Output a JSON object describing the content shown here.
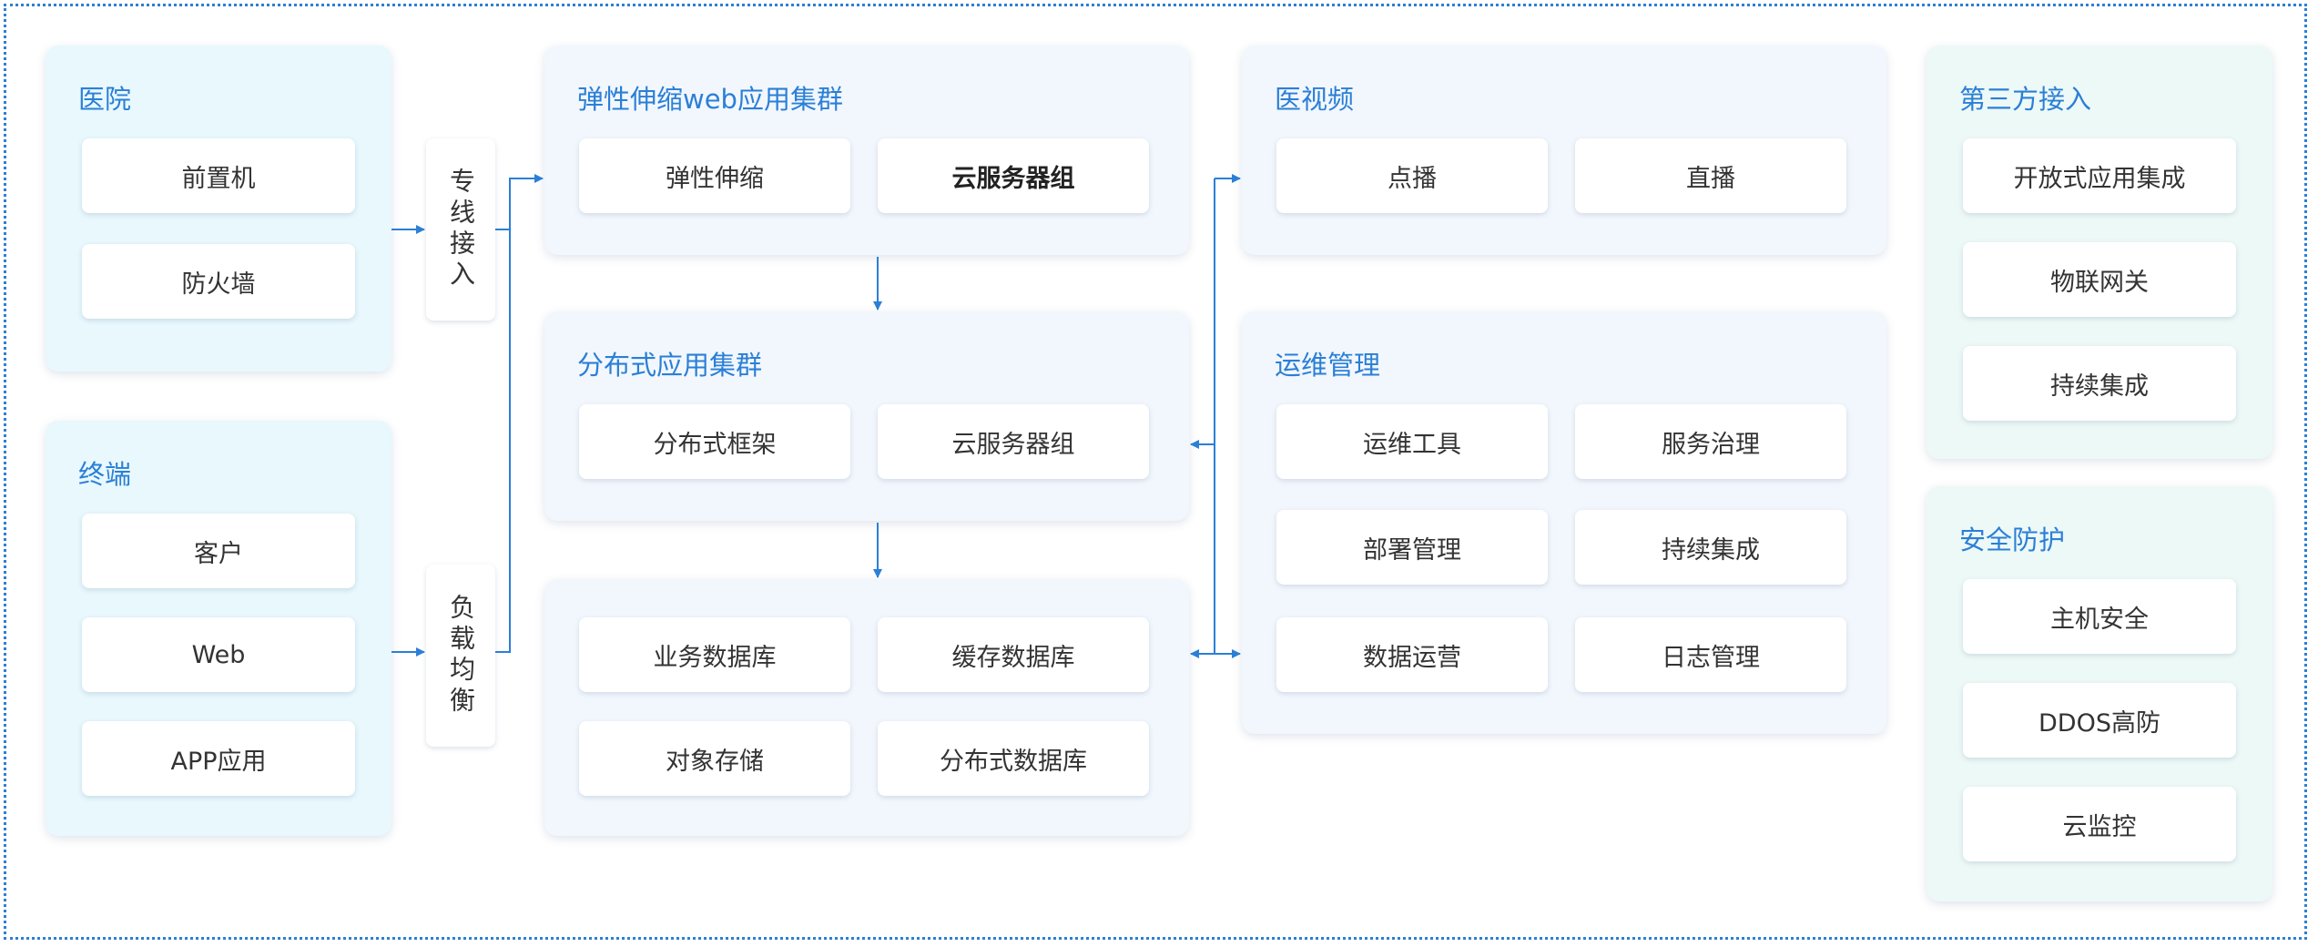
{
  "hospital": {
    "title": "医院",
    "items": [
      "前置机",
      "防火墙"
    ]
  },
  "terminal": {
    "title": "终端",
    "items": [
      "客户",
      "Web",
      "APP应用"
    ]
  },
  "connectors": {
    "dedicated_line": "专线接入",
    "load_balance": "负载均衡"
  },
  "elastic_cluster": {
    "title": "弹性伸缩web应用集群",
    "items": [
      "弹性伸缩",
      "云服务器组"
    ]
  },
  "distributed_cluster": {
    "title": "分布式应用集群",
    "items": [
      "分布式框架",
      "云服务器组"
    ]
  },
  "databases": {
    "items": [
      "业务数据库",
      "缓存数据库",
      "对象存储",
      "分布式数据库"
    ]
  },
  "medical_video": {
    "title": "医视频",
    "items": [
      "点播",
      "直播"
    ]
  },
  "ops_management": {
    "title": "运维管理",
    "items": [
      "运维工具",
      "服务治理",
      "部署管理",
      "持续集成",
      "数据运营",
      "日志管理"
    ]
  },
  "third_party": {
    "title": "第三方接入",
    "items": [
      "开放式应用集成",
      "物联网关",
      "持续集成"
    ]
  },
  "security": {
    "title": "安全防护",
    "items": [
      "主机安全",
      "DDOS高防",
      "云监控"
    ]
  },
  "colors": {
    "accent": "#2b7fd6",
    "border": "#2d7fd4",
    "cyan_panel": "#e8f8fd",
    "blue_panel": "#f2f7fd",
    "mint_panel": "#edf9f7"
  }
}
